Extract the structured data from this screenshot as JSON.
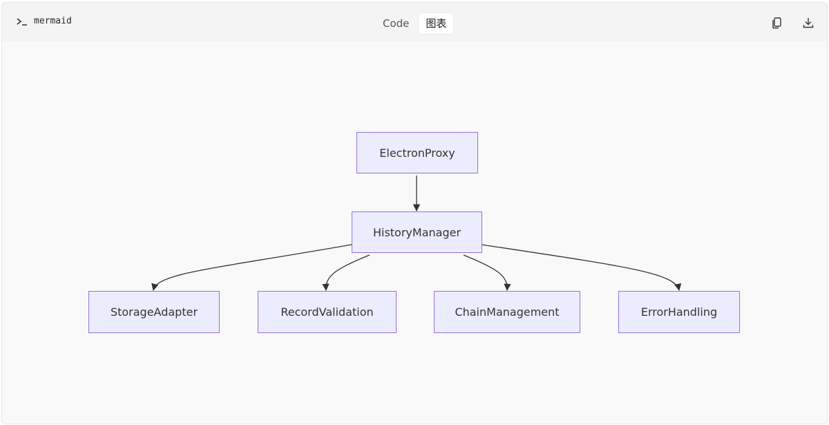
{
  "toolbar": {
    "language": "mermaid",
    "tabs": [
      {
        "label": "Code",
        "active": false
      },
      {
        "label": "图表",
        "active": true
      }
    ],
    "copy_icon": "copy-icon",
    "download_icon": "download-icon"
  },
  "diagram": {
    "type": "flowchart-top-down",
    "node_fill": "#ececff",
    "node_border": "#9370db",
    "edge_color": "#333333",
    "nodes": {
      "electron_proxy": "ElectronProxy",
      "history_manager": "HistoryManager",
      "storage_adapter": "StorageAdapter",
      "record_validation": "RecordValidation",
      "chain_management": "ChainManagement",
      "error_handling": "ErrorHandling"
    },
    "edges": [
      {
        "from": "ElectronProxy",
        "to": "HistoryManager"
      },
      {
        "from": "HistoryManager",
        "to": "StorageAdapter"
      },
      {
        "from": "HistoryManager",
        "to": "RecordValidation"
      },
      {
        "from": "HistoryManager",
        "to": "ChainManagement"
      },
      {
        "from": "HistoryManager",
        "to": "ErrorHandling"
      }
    ]
  }
}
